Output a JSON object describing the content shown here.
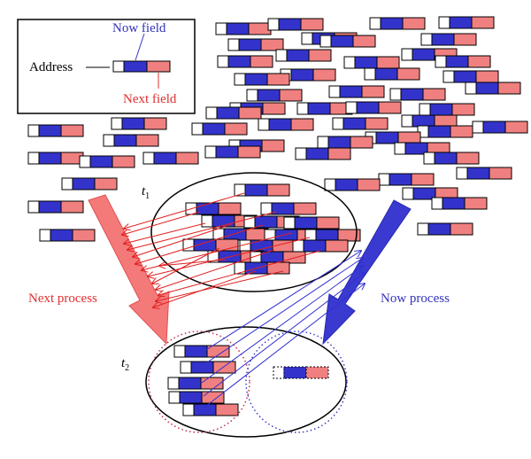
{
  "legend": {
    "address_label": "Address",
    "now_field_label": "Now field",
    "next_field_label": "Next field"
  },
  "labels": {
    "t1_base": "t",
    "t1_sub": "1",
    "t2_base": "t",
    "t2_sub": "2",
    "next_process": "Next process",
    "now_process": "Now process"
  },
  "colors": {
    "now_field": "#3333cc",
    "next_field": "#f08080",
    "next_process_arrow": "#f47a7a",
    "now_process_arrow": "#3a3ad0",
    "red_link": "#e02020",
    "blue_link": "#3030d0",
    "now_text": "#3333bb",
    "next_text": "#e03030"
  }
}
